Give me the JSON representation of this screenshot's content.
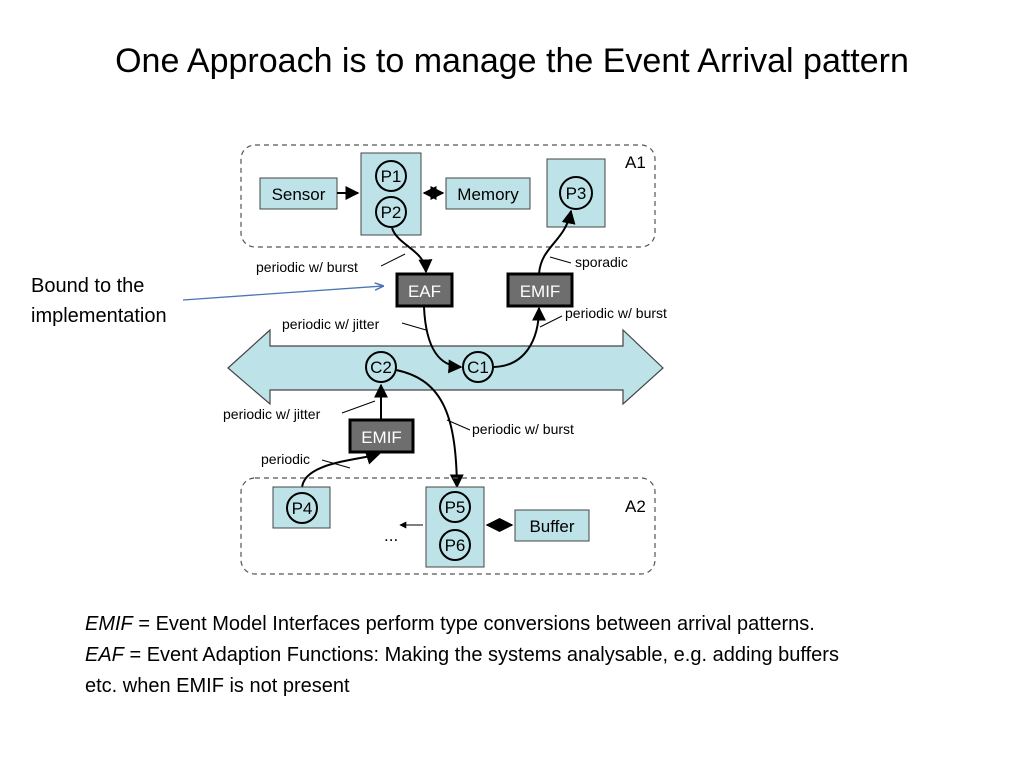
{
  "title": "One Approach is to manage the Event Arrival pattern",
  "callout": {
    "line1": "Bound to the",
    "line2": "implementation"
  },
  "diagram": {
    "area_a1": "A1",
    "area_a2": "A2",
    "sensor": "Sensor",
    "memory": "Memory",
    "buffer": "Buffer",
    "p1": "P1",
    "p2": "P2",
    "p3": "P3",
    "p4": "P4",
    "p5": "P5",
    "p6": "P6",
    "c1": "C1",
    "c2": "C2",
    "eaf": "EAF",
    "emif_top": "EMIF",
    "emif_bottom": "EMIF",
    "ellipsis": "...",
    "label_periodic_burst_top": "periodic w/ burst",
    "label_sporadic": "sporadic",
    "label_periodic_jitter_top": "periodic w/ jitter",
    "label_periodic_burst_right": "periodic w/ burst",
    "label_periodic_jitter_bottom": "periodic w/ jitter",
    "label_periodic_burst_bottom": "periodic w/ burst",
    "label_periodic": "periodic"
  },
  "notes": {
    "emif_term": "EMIF",
    "emif_def": " = Event Model Interfaces perform type conversions between arrival patterns.",
    "eaf_term": "EAF",
    "eaf_def": " = Event Adaption Functions:  Making the systems analysable, e.g. adding buffers",
    "line3": "etc. when EMIF is not present"
  }
}
